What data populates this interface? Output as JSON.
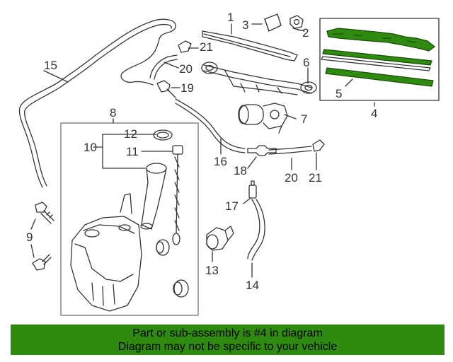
{
  "callouts": {
    "c1": "1",
    "c2": "2",
    "c3": "3",
    "c4": "4",
    "c5": "5",
    "c6": "6",
    "c7": "7",
    "c8": "8",
    "c9": "9",
    "c10": "10",
    "c11": "11",
    "c12": "12",
    "c13": "13",
    "c14": "14",
    "c15": "15",
    "c16": "16",
    "c17": "17",
    "c18": "18",
    "c19": "19",
    "c20a": "20",
    "c20b": "20",
    "c21a": "21",
    "c21b": "21"
  },
  "banner": {
    "line1": "Part or sub-assembly is #4 in diagram",
    "line2": "Diagram may not be specific to your vehicle"
  },
  "colors": {
    "banner_bg": "#2f8a10",
    "highlight": "#2f8a10",
    "line": "#333333"
  }
}
